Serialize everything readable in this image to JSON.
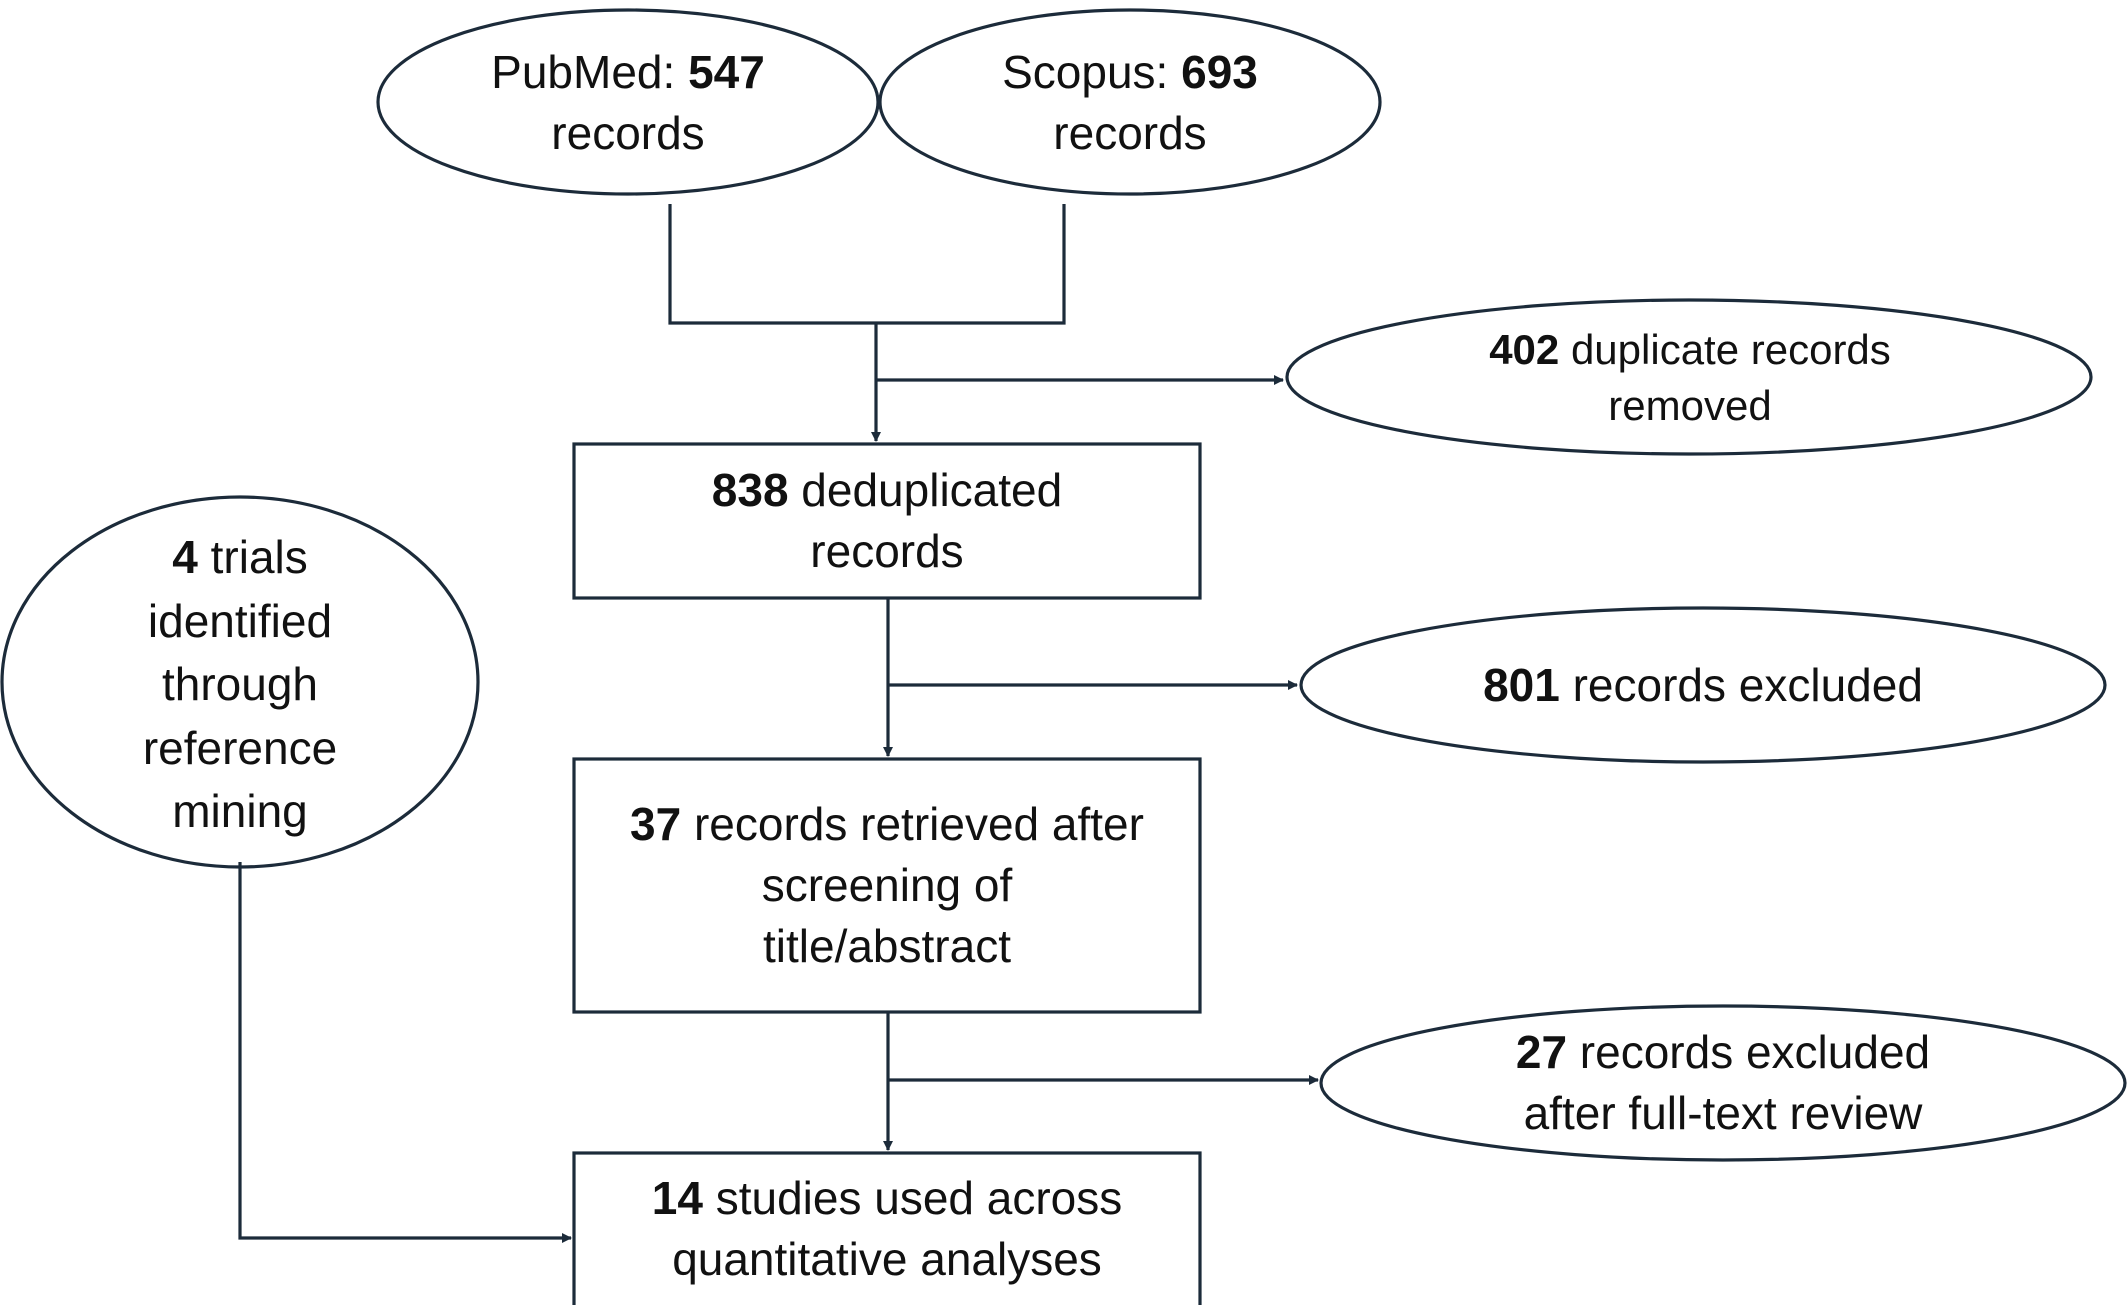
{
  "colors": {
    "stroke": "#1c2b3a",
    "text": "#111111",
    "background": "#ffffff"
  },
  "nodes": {
    "pubmed": {
      "count": "547",
      "label_prefix": "PubMed: ",
      "label_suffix": "records"
    },
    "scopus": {
      "count": "693",
      "label_prefix": "Scopus: ",
      "label_suffix": "records"
    },
    "duplicates_removed": {
      "count": "402",
      "line1_rest": " duplicate records",
      "line2": "removed"
    },
    "deduplicated": {
      "count": "838",
      "line1_rest": " deduplicated",
      "line2": "records"
    },
    "excluded_screening": {
      "count": "801",
      "line1_rest": " records excluded"
    },
    "retrieved": {
      "count": "37",
      "line1_rest": " records retrieved after",
      "line2": "screening of",
      "line3": "title/abstract"
    },
    "excluded_fulltext": {
      "count": "27",
      "line1_rest": " records excluded",
      "line2": "after full-text review"
    },
    "reference_mining": {
      "count": "4",
      "line1_rest": " trials",
      "line2": "identified",
      "line3": "through",
      "line4": "reference",
      "line5": "mining"
    },
    "final": {
      "count": "14",
      "line1_rest": " studies used across",
      "line2": "quantitative analyses"
    }
  }
}
